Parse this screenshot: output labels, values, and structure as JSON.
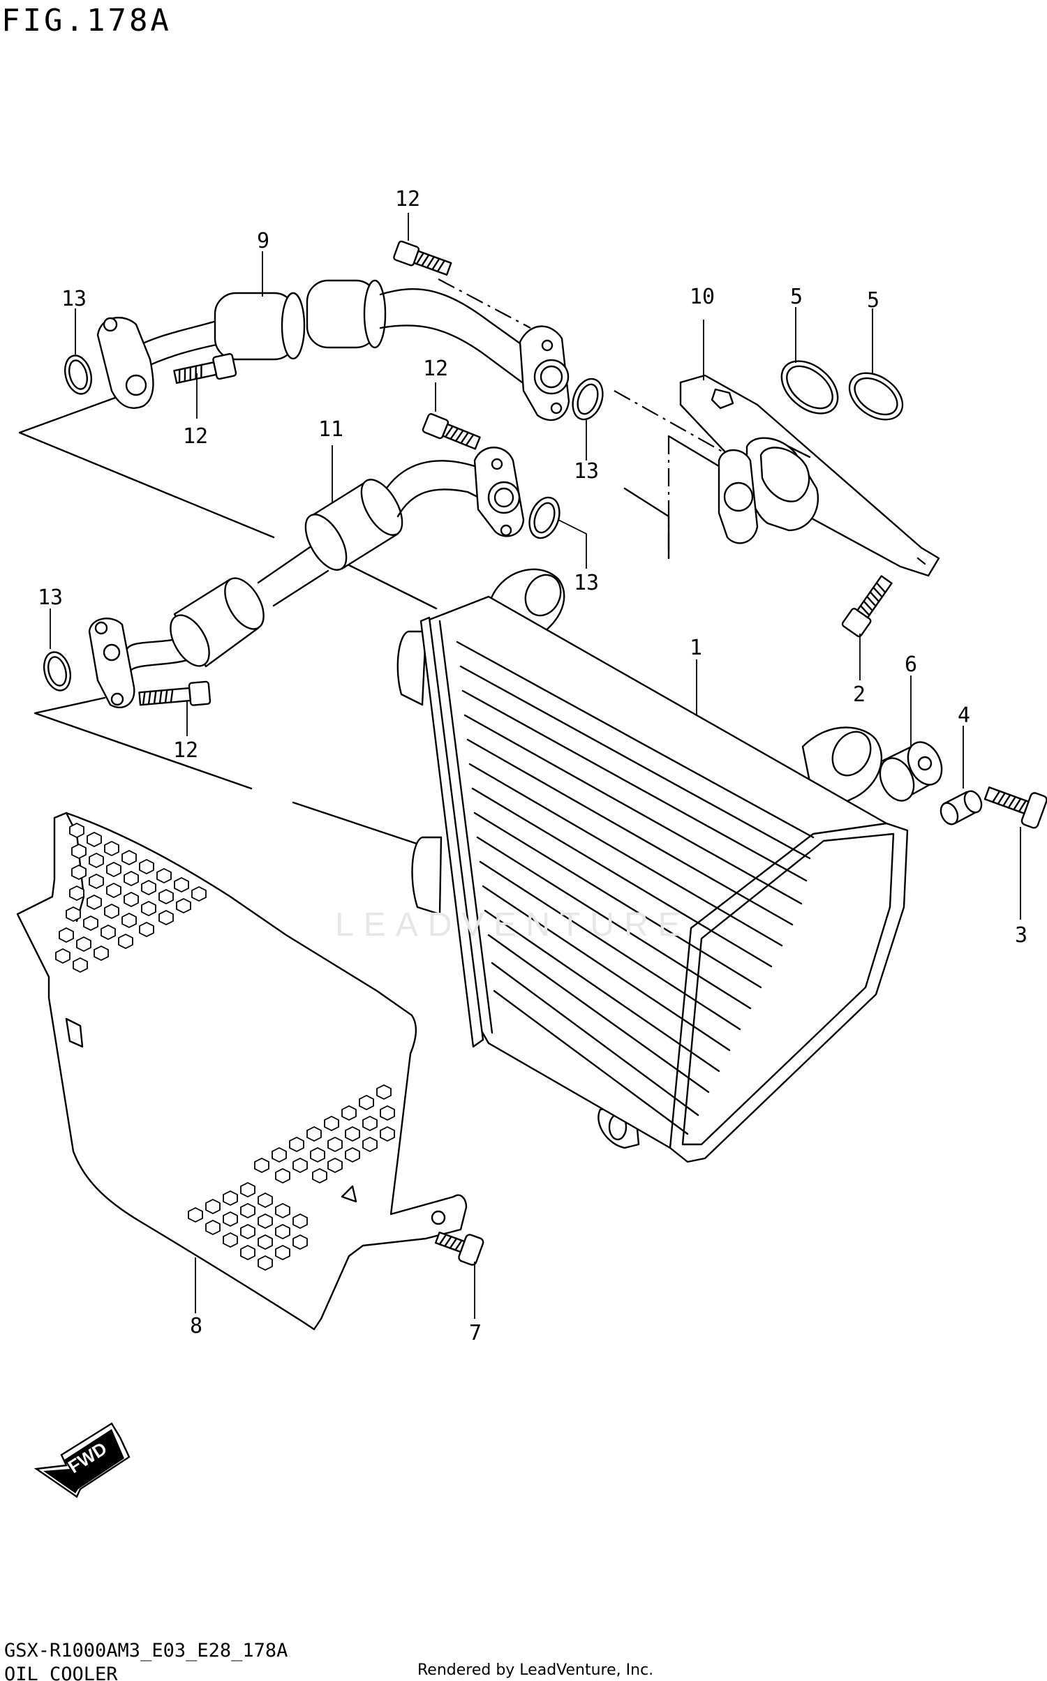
{
  "figure_title": "FIG.178A",
  "footer": {
    "code": "GSX-R1000AM3_E03_E28_178A",
    "name": "OIL COOLER"
  },
  "credit": "Rendered by LeadVenture, Inc.",
  "watermark": "LEADVENTURE",
  "fwd_label": "FWD",
  "callouts": [
    {
      "id": "c12a",
      "text": "12"
    },
    {
      "id": "c9",
      "text": "9"
    },
    {
      "id": "c13a",
      "text": "13"
    },
    {
      "id": "c12b",
      "text": "12"
    },
    {
      "id": "c10",
      "text": "10"
    },
    {
      "id": "c5a",
      "text": "5"
    },
    {
      "id": "c5b",
      "text": "5"
    },
    {
      "id": "c12c",
      "text": "12"
    },
    {
      "id": "c13b",
      "text": "13"
    },
    {
      "id": "c11",
      "text": "11"
    },
    {
      "id": "c13c",
      "text": "13"
    },
    {
      "id": "c13d",
      "text": "13"
    },
    {
      "id": "c12d",
      "text": "12"
    },
    {
      "id": "c1",
      "text": "1"
    },
    {
      "id": "c2",
      "text": "2"
    },
    {
      "id": "c6",
      "text": "6"
    },
    {
      "id": "c4",
      "text": "4"
    },
    {
      "id": "c3",
      "text": "3"
    },
    {
      "id": "c8",
      "text": "8"
    },
    {
      "id": "c7",
      "text": "7"
    }
  ]
}
